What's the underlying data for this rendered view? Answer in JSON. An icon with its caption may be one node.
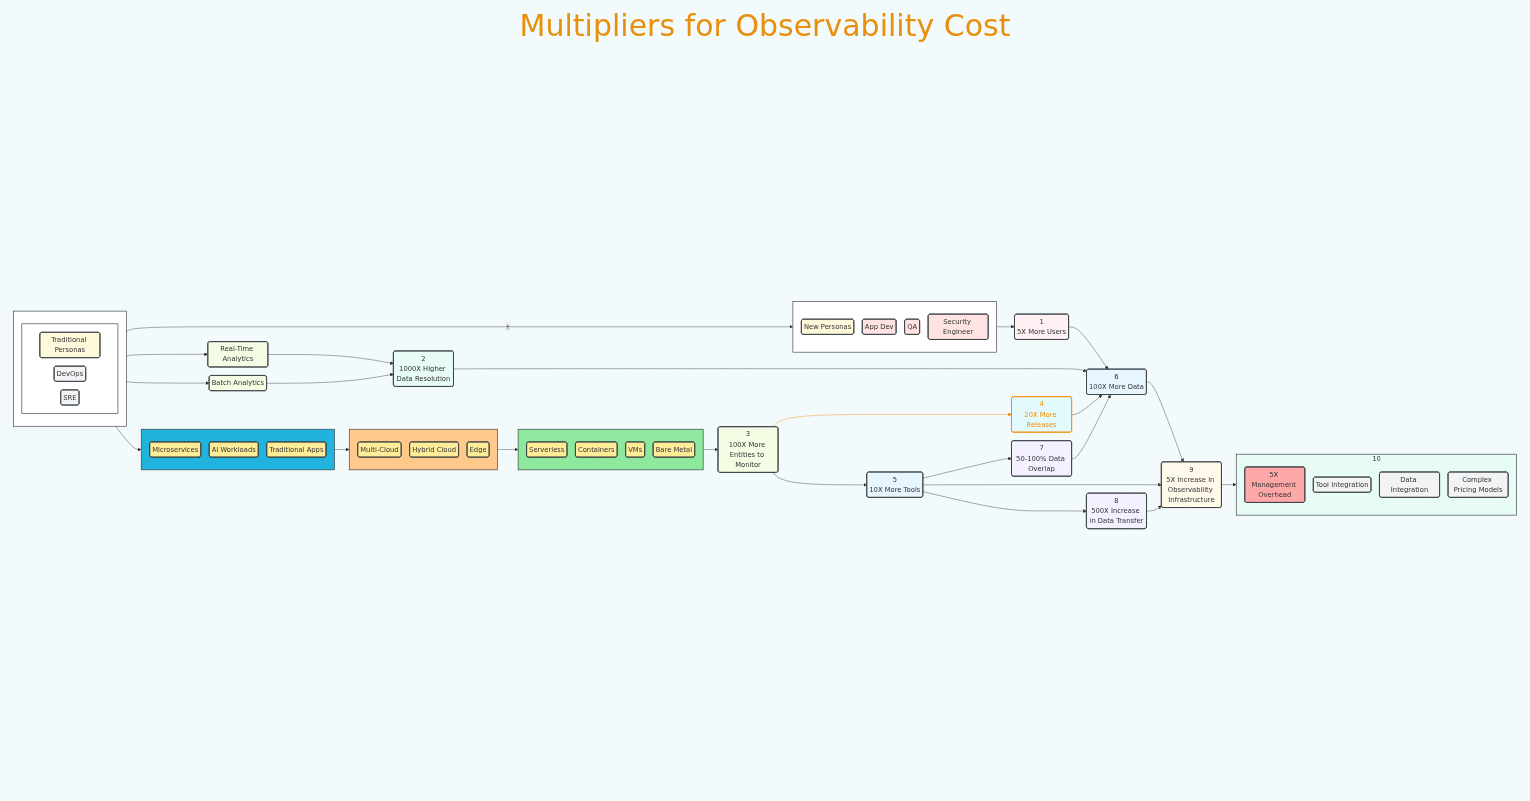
{
  "diagram": {
    "title": "Multipliers for Observability Cost",
    "nodes": [
      {
        "text": [],
        "shape": "box"
      },
      {
        "text": [],
        "shape": "box",
        "in": 0
      },
      {
        "text": [
          "Traditional Personas"
        ],
        "in": 1
      },
      {
        "text": [
          "DevOps"
        ],
        "in": 1
      },
      {
        "text": [
          "SRE"
        ],
        "in": 1
      },
      {
        "text": [],
        "shape": "box"
      },
      {
        "text": [
          "New Personas"
        ],
        "in": 5
      },
      {
        "text": [
          "App Dev"
        ],
        "in": 5
      },
      {
        "text": [
          "QA"
        ],
        "in": 5
      },
      {
        "text": [
          "Security Engineer"
        ],
        "in": 5
      },
      {
        "text": [
          "1",
          "5X More Users"
        ]
      },
      {
        "text": [
          "Real-Time Analytics"
        ]
      },
      {
        "text": [
          "Batch Analytics"
        ]
      },
      {
        "text": [
          "2",
          "1000X Higher Data Resolution"
        ]
      },
      {
        "text": [],
        "shape": "box"
      },
      {
        "text": [
          "Microservices"
        ],
        "in": 14
      },
      {
        "text": [
          "AI Workloads"
        ],
        "in": 14
      },
      {
        "text": [
          "Traditional Apps"
        ],
        "in": 14
      },
      {
        "text": [],
        "shape": "box"
      },
      {
        "text": [
          "Multi-Cloud"
        ],
        "in": 18
      },
      {
        "text": [
          "Hybrid Cloud"
        ],
        "in": 18
      },
      {
        "text": [
          "Edge"
        ],
        "in": 18
      },
      {
        "text": [],
        "shape": "box"
      },
      {
        "text": [
          "Serverless"
        ],
        "in": 22
      },
      {
        "text": [
          "Containers"
        ],
        "in": 22
      },
      {
        "text": [
          "VMs"
        ],
        "in": 22
      },
      {
        "text": [
          "Bare Metal"
        ],
        "in": 22
      },
      {
        "text": [
          "3",
          "100X More Entities to Monitor"
        ]
      },
      {
        "text": [
          "4",
          "20X More Releases"
        ]
      },
      {
        "text": [
          "5",
          "10X More Tools"
        ]
      },
      {
        "text": [
          "6",
          "100X More Data"
        ]
      },
      {
        "text": [
          "7",
          "50-100% Data Overlap"
        ]
      },
      {
        "text": [
          "8",
          "500X Increase in Data Transfer"
        ]
      },
      {
        "text": [
          "9",
          "5X Increase in Observability Infrastructure"
        ]
      },
      {
        "text": [
          "10"
        ]
      },
      {
        "text": [
          "5X Management Overhead"
        ],
        "in": 34
      },
      {
        "text": [
          "Tool Integration"
        ],
        "in": 34
      },
      {
        "text": [
          "Data Integration"
        ],
        "in": 34
      },
      {
        "text": [
          "Complex Pricing Models"
        ],
        "in": 34
      }
    ],
    "edges": [
      {
        "from": 0,
        "to": 5,
        "arrow": "to",
        "label": "+"
      },
      {
        "from": 5,
        "to": 10,
        "arrow": "to"
      },
      {
        "from": 0,
        "to": 11,
        "arrow": "to"
      },
      {
        "from": 0,
        "to": 12,
        "arrow": "to"
      },
      {
        "from": 0,
        "to": 14,
        "arrow": "to"
      },
      {
        "from": 11,
        "to": 13,
        "arrow": "to"
      },
      {
        "from": 12,
        "to": 13,
        "arrow": "to"
      },
      {
        "from": 10,
        "to": 30,
        "arrow": "to"
      },
      {
        "from": 13,
        "to": 30,
        "arrow": "to"
      },
      {
        "from": 14,
        "to": 18,
        "arrow": "to"
      },
      {
        "from": 18,
        "to": 22,
        "arrow": "to"
      },
      {
        "from": 22,
        "to": 27,
        "arrow": "to"
      },
      {
        "from": 27,
        "to": 28,
        "arrow": "to",
        "color": "#f08c00"
      },
      {
        "from": 27,
        "to": 29,
        "arrow": "to"
      },
      {
        "from": 28,
        "to": 30,
        "arrow": "to"
      },
      {
        "from": 29,
        "to": 31,
        "arrow": "to"
      },
      {
        "from": 31,
        "to": 30,
        "arrow": "to"
      },
      {
        "from": 29,
        "to": 33,
        "arrow": "to"
      },
      {
        "from": 29,
        "to": 32,
        "arrow": "to"
      },
      {
        "from": 32,
        "to": 33,
        "arrow": "to"
      },
      {
        "from": 30,
        "to": 33,
        "arrow": "to"
      },
      {
        "from": 33,
        "to": 34,
        "arrow": "to"
      }
    ]
  }
}
